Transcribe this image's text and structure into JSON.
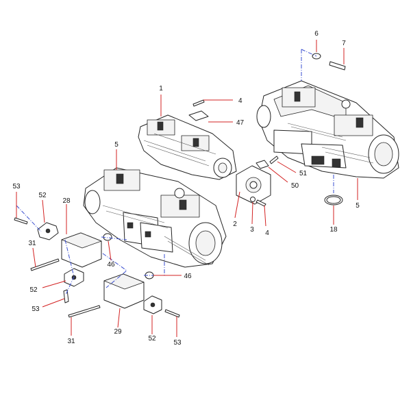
{
  "diagram": {
    "callouts": {
      "c1": "1",
      "c2": "2",
      "c3": "3",
      "c4a": "4",
      "c4b": "4",
      "c5a": "5",
      "c5b": "5",
      "c6": "6",
      "c7": "7",
      "c18": "18",
      "c28": "28",
      "c29": "29",
      "c31a": "31",
      "c31b": "31",
      "c46a": "46",
      "c46b": "46",
      "c47": "47",
      "c50": "50",
      "c51": "51",
      "c52a": "52",
      "c52b": "52",
      "c52c": "52",
      "c53a": "53",
      "c53b": "53",
      "c53c": "53"
    },
    "colors": {
      "leader": "#d32020",
      "centerline": "#3a4fd0",
      "ink": "#222222"
    }
  }
}
